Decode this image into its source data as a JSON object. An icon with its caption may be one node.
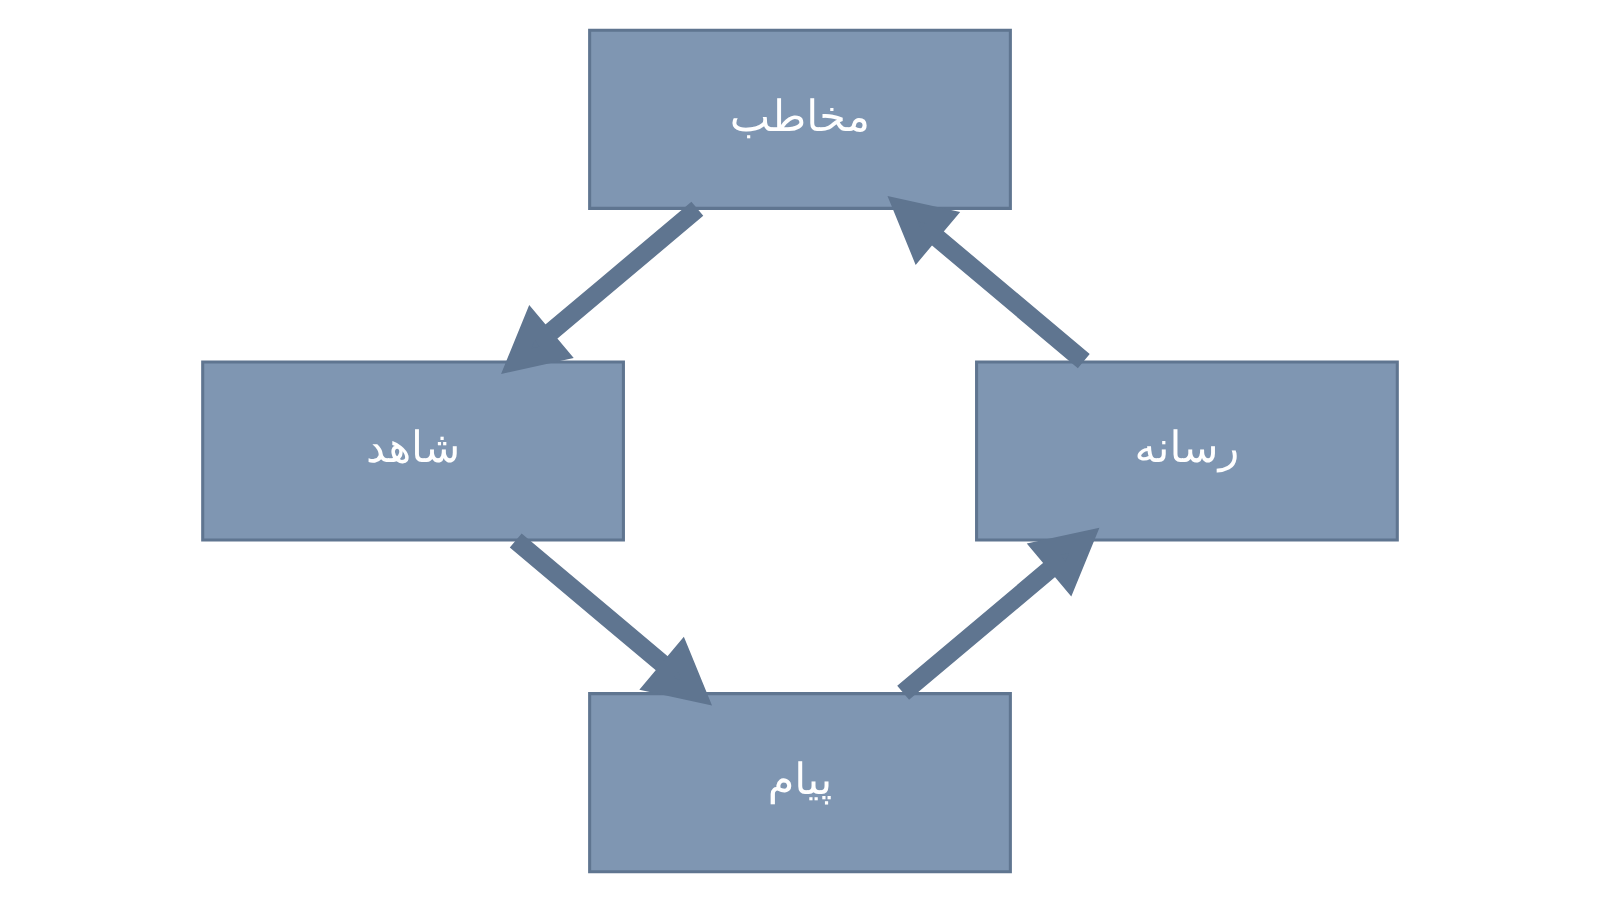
{
  "diagram": {
    "nodes": [
      {
        "text": [
          "مخاطب"
        ]
      },
      {
        "text": [
          "شاهد"
        ]
      },
      {
        "text": [
          "پیام"
        ]
      },
      {
        "text": [
          "رسانه"
        ]
      }
    ],
    "edges": [
      {
        "from": 0,
        "to": 1,
        "arrow": "to"
      },
      {
        "from": 1,
        "to": 2,
        "arrow": "to"
      },
      {
        "from": 2,
        "to": 3,
        "arrow": "to"
      },
      {
        "from": 3,
        "to": 0,
        "arrow": "to"
      }
    ]
  }
}
